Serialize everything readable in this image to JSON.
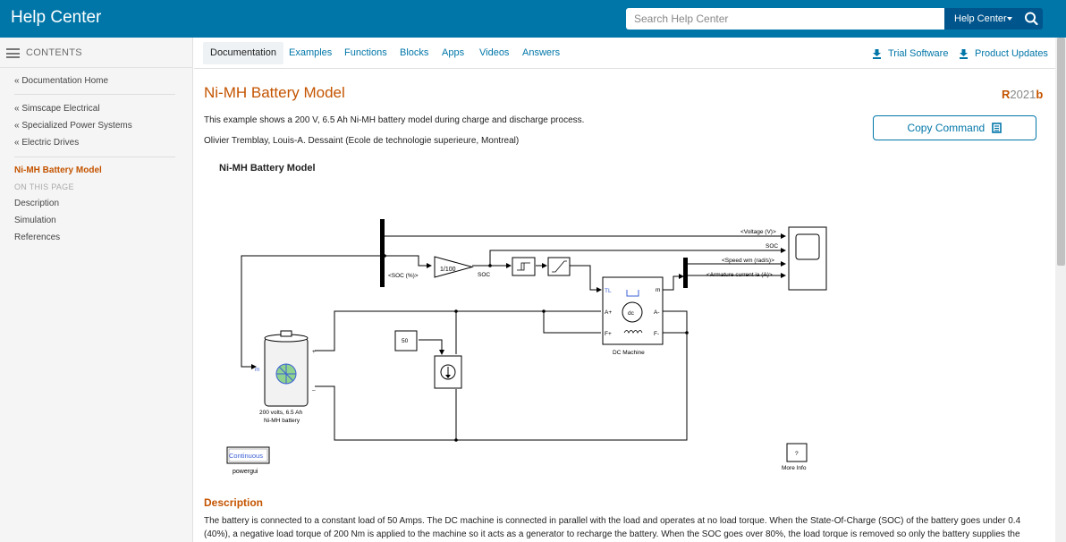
{
  "header": {
    "brand": "Help Center",
    "search_placeholder": "Search Help Center",
    "scope_label": "Help Center"
  },
  "sidebar": {
    "contents_label": "CONTENTS",
    "home": "« Documentation Home",
    "breadcrumbs": [
      "« Simscape Electrical",
      "« Specialized Power Systems",
      "« Electric Drives"
    ],
    "current": "Ni-MH Battery Model",
    "on_this_page": "ON THIS PAGE",
    "sections": [
      "Description",
      "Simulation",
      "References"
    ]
  },
  "nav": {
    "tabs": [
      "Documentation",
      "Examples",
      "Functions",
      "Blocks",
      "Apps",
      "Videos",
      "Answers"
    ],
    "active_tab": "Documentation",
    "trial": "Trial Software",
    "updates": "Product Updates"
  },
  "page": {
    "title": "Ni-MH Battery Model",
    "release_r": "R",
    "release_year": "2021",
    "release_b": "b",
    "intro": "This example shows a 200 V, 6.5 Ah Ni-MH battery model during charge and discharge process.",
    "authors": "Olivier Tremblay, Louis-A. Dessaint (Ecole de technologie superieure, Montreal)",
    "copy_command": "Copy Command",
    "model_title": "Ni-MH Battery Model"
  },
  "diagram": {
    "labels": {
      "voltage": "<Voltage (V)>",
      "soc_signal": "SOC",
      "speed": "<Speed wm (rad/s)>",
      "armature": "<Armature current ia (A)>",
      "soc_pct": "<SOC (%)>",
      "gain": "1/100",
      "soc_out": "SOC",
      "tl": "TL",
      "m_out": "m",
      "dc": "dc",
      "a_plus": "A+",
      "a_minus": "A-",
      "f_plus": "F+",
      "f_minus": "F-",
      "dc_machine": "DC Machine",
      "const_50": "50",
      "battery_m": "m",
      "battery_plus": "+",
      "battery_minus": "_",
      "battery_name1": "200 volts, 6.5 Ah",
      "battery_name2": "Ni-MH battery",
      "continuous": "Continuous",
      "powergui": "powergui",
      "more_q": "?",
      "more_info": "More Info"
    }
  },
  "description": {
    "heading": "Description",
    "text": "The battery is connected to a constant load of 50 Amps. The DC machine is connected in parallel with the load and operates at no load torque. When the State-Of-Charge (SOC) of the battery goes under 0.4 (40%), a negative load torque of 200 Nm is applied to the machine so it acts as a generator to recharge the battery. When the SOC goes over 80%, the load torque is removed so only the battery supplies the"
  }
}
